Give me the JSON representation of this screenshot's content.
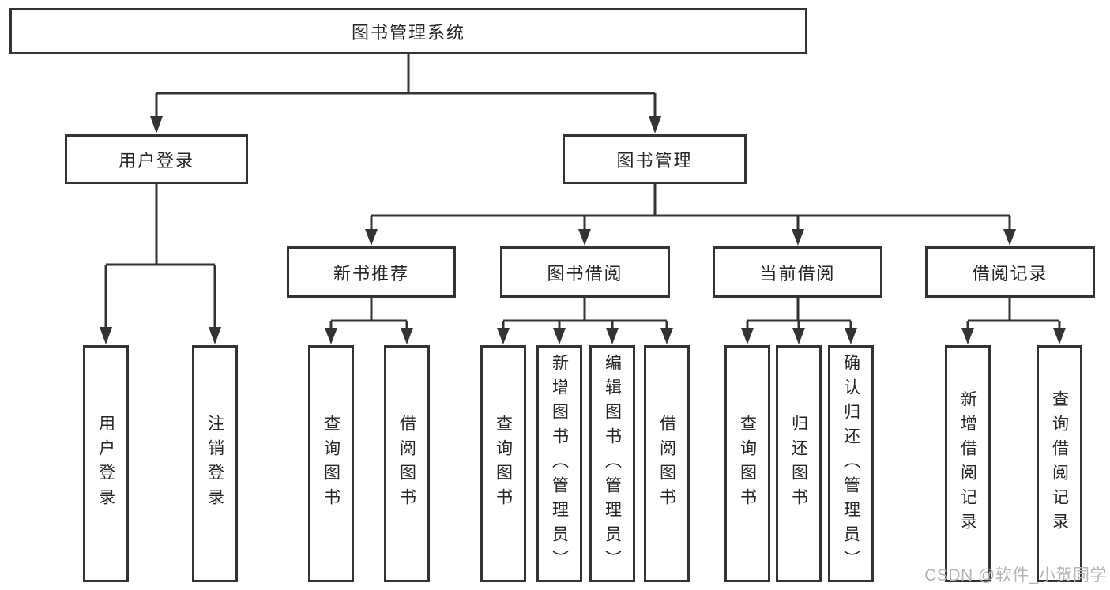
{
  "diagram": {
    "type": "hierarchy",
    "title": "图书管理系统",
    "nodes": {
      "root": {
        "label": "图书管理系统"
      },
      "user_login": {
        "label": "用户登录"
      },
      "book_mgmt": {
        "label": "图书管理"
      },
      "login": {
        "label": "用户登录"
      },
      "logout": {
        "label": "注销登录"
      },
      "new_book_rec": {
        "label": "新书推荐"
      },
      "book_borrow": {
        "label": "图书借阅"
      },
      "current_borrow": {
        "label": "当前借阅"
      },
      "borrow_record": {
        "label": "借阅记录"
      },
      "nbr_query": {
        "label": "查询图书"
      },
      "nbr_borrow": {
        "label": "借阅图书"
      },
      "bb_query": {
        "label": "查询图书"
      },
      "bb_add": {
        "label": "新增图书（管理员）"
      },
      "bb_edit": {
        "label": "编辑图书（管理员）"
      },
      "bb_borrow": {
        "label": "借阅图书"
      },
      "cb_query": {
        "label": "查询图书"
      },
      "cb_return": {
        "label": "归还图书"
      },
      "cb_confirm": {
        "label": "确认归还（管理员）"
      },
      "br_add": {
        "label": "新增借阅记录"
      },
      "br_query": {
        "label": "查询借阅记录"
      }
    },
    "edges": [
      {
        "from": "root",
        "to": "user_login"
      },
      {
        "from": "root",
        "to": "book_mgmt"
      },
      {
        "from": "user_login",
        "to": "login"
      },
      {
        "from": "user_login",
        "to": "logout"
      },
      {
        "from": "book_mgmt",
        "to": "new_book_rec"
      },
      {
        "from": "book_mgmt",
        "to": "book_borrow"
      },
      {
        "from": "book_mgmt",
        "to": "current_borrow"
      },
      {
        "from": "book_mgmt",
        "to": "borrow_record"
      },
      {
        "from": "new_book_rec",
        "to": "nbr_query"
      },
      {
        "from": "new_book_rec",
        "to": "nbr_borrow"
      },
      {
        "from": "book_borrow",
        "to": "bb_query"
      },
      {
        "from": "book_borrow",
        "to": "bb_add"
      },
      {
        "from": "book_borrow",
        "to": "bb_edit"
      },
      {
        "from": "book_borrow",
        "to": "bb_borrow"
      },
      {
        "from": "current_borrow",
        "to": "cb_query"
      },
      {
        "from": "current_borrow",
        "to": "cb_return"
      },
      {
        "from": "current_borrow",
        "to": "cb_confirm"
      },
      {
        "from": "borrow_record",
        "to": "br_add"
      },
      {
        "from": "borrow_record",
        "to": "br_query"
      }
    ],
    "colors": {
      "line": "#333333",
      "box_border": "#333333",
      "text": "#262626",
      "background": "#ffffff",
      "watermark": "#b5b5b5"
    }
  },
  "watermark": {
    "text": "CSDN @软件_小贺同学"
  }
}
